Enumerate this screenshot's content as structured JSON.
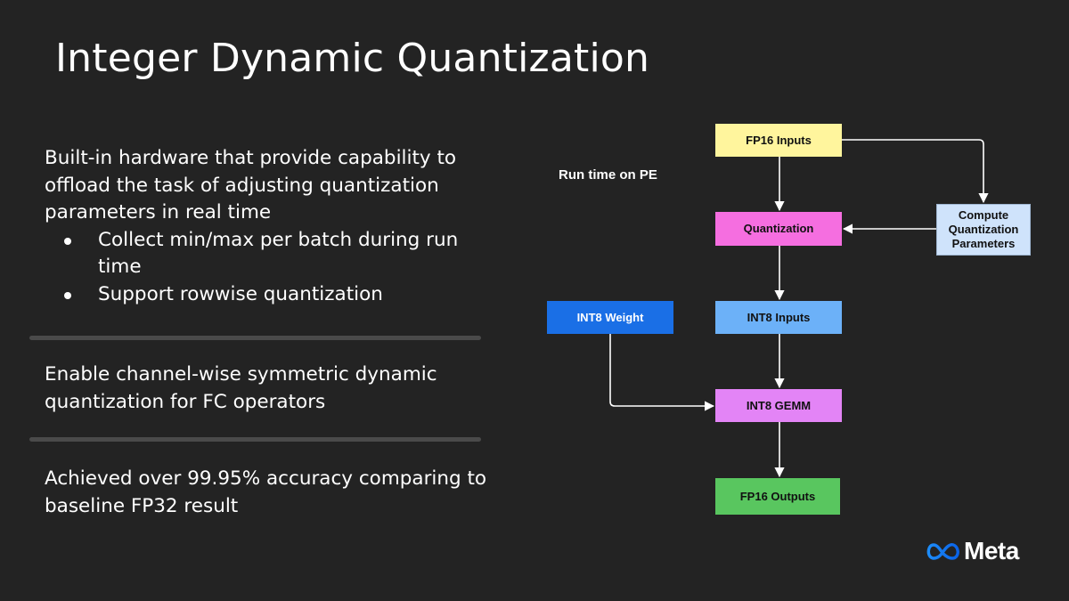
{
  "slide": {
    "title": "Integer Dynamic Quantization",
    "left": {
      "block1_text": "Built-in hardware that provide capability to offload the task of adjusting quantization parameters in real time",
      "bullets": [
        "Collect min/max per batch during run time",
        "Support rowwise quantization"
      ],
      "block2_text": "Enable channel-wise symmetric dynamic quantization for FC operators",
      "block3_text": "Achieved over 99.95% accuracy comparing to baseline FP32 result"
    },
    "diagram": {
      "runtime_label": "Run time on PE",
      "nodes": {
        "fp16_inputs": "FP16 Inputs",
        "quantization": "Quantization",
        "compute_params": "Compute Quantization Parameters",
        "int8_weight": "INT8 Weight",
        "int8_inputs": "INT8 Inputs",
        "int8_gemm": "INT8 GEMM",
        "fp16_outputs": "FP16 Outputs"
      },
      "colors": {
        "fp16_inputs": "#fff59d",
        "quantization": "#f56ee0",
        "compute_params": "#cfe3fb",
        "int8_weight": "#1a6fe6",
        "int8_inputs": "#6cb1f8",
        "int8_gemm": "#e384f6",
        "fp16_outputs": "#59c65f"
      }
    },
    "logo": {
      "text": "Meta",
      "icon": "meta-infinity-icon"
    },
    "background_color": "#232323"
  }
}
